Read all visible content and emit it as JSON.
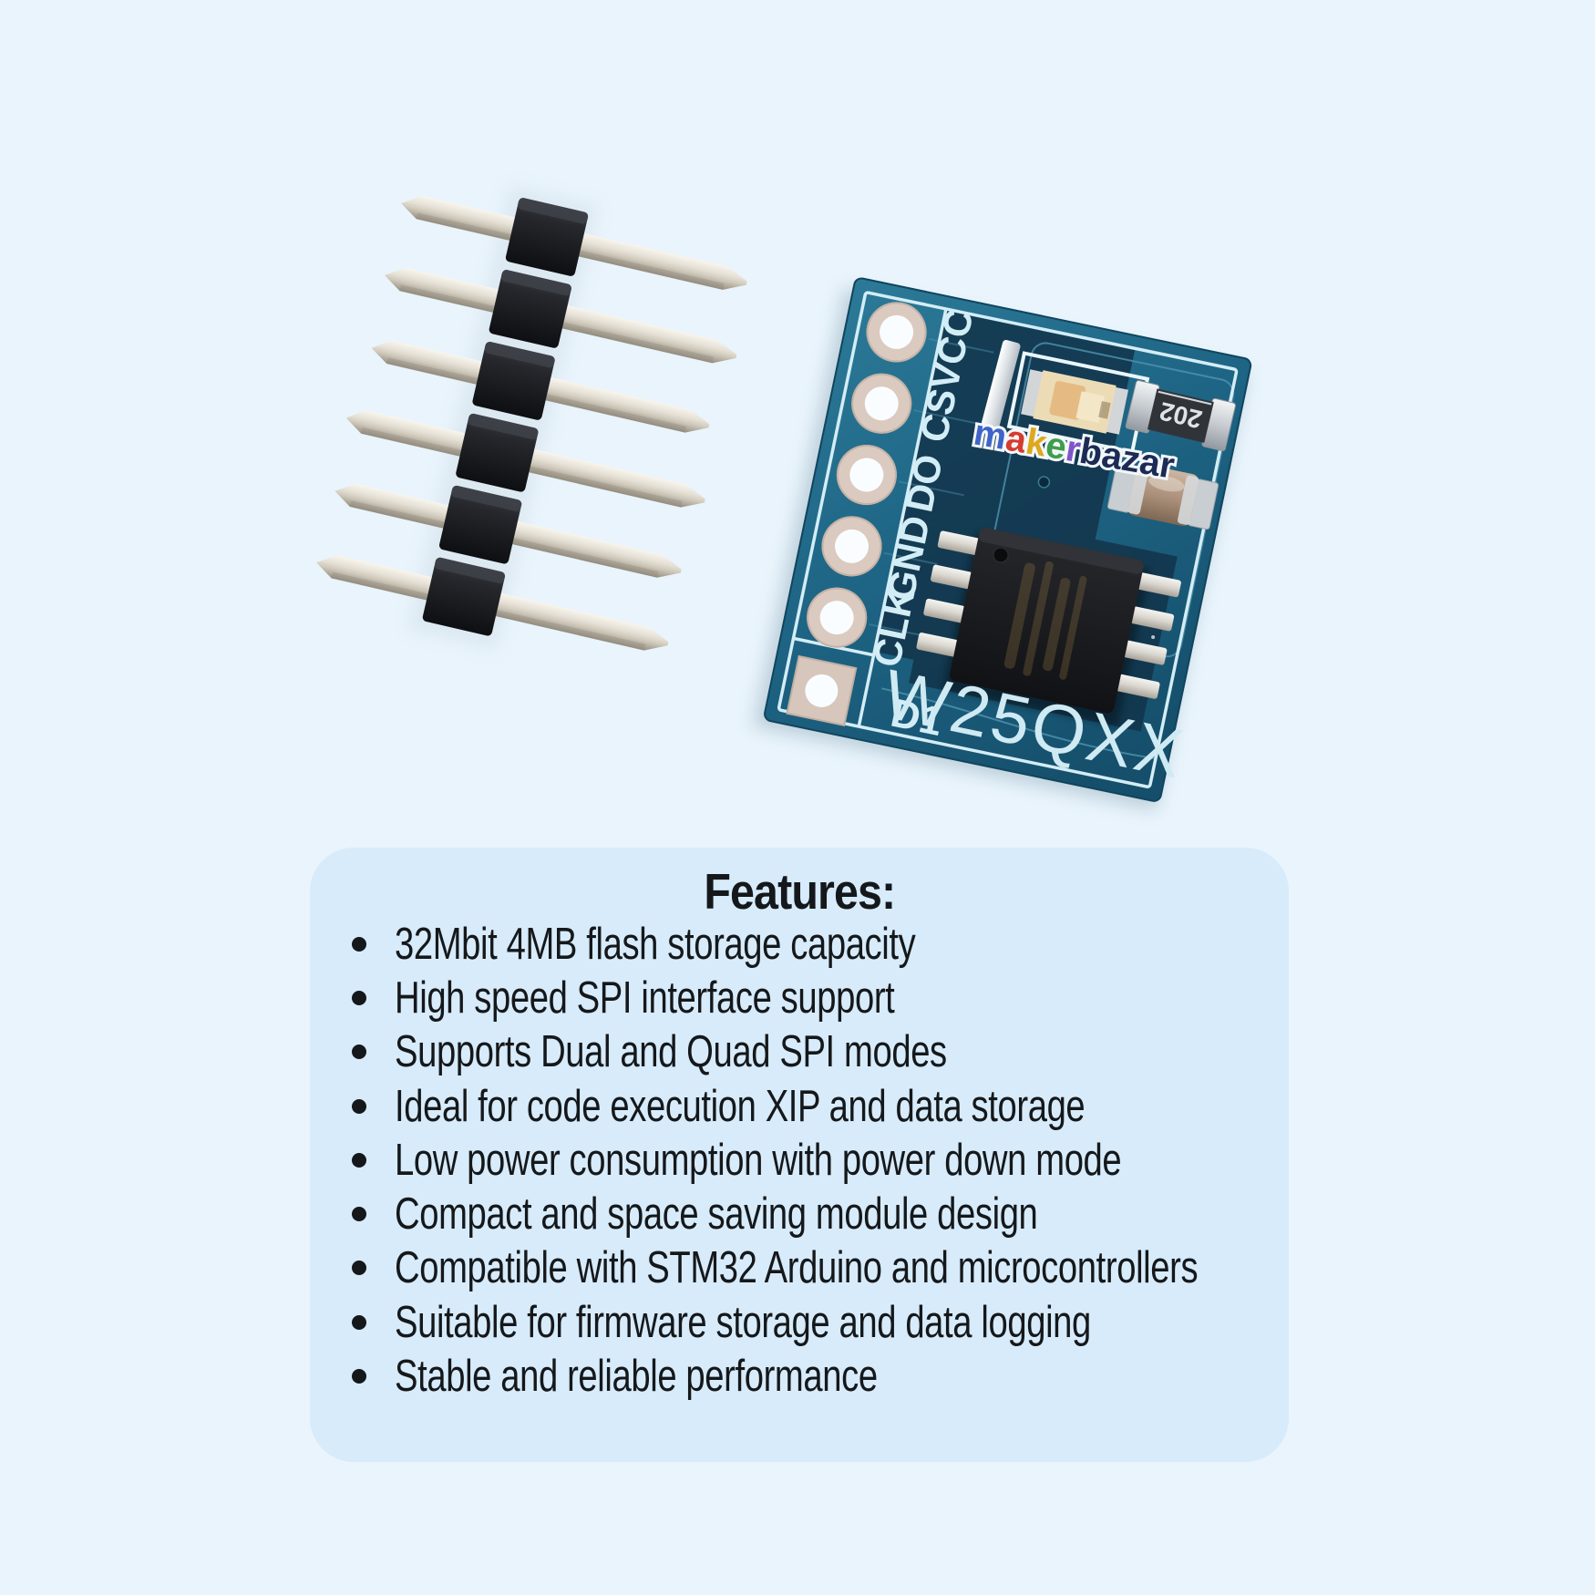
{
  "colors": {
    "page_bg": "#e9f4fc",
    "panel_bg": "#d7ebfa",
    "text": "#15181b",
    "pcb_teal": "#1e6484",
    "pcb_dark": "#12344a",
    "silkscreen": "#d3edf6"
  },
  "pcb": {
    "pin_labels": [
      "VCC",
      "CS",
      "DO",
      "GND",
      "CLK",
      "D1"
    ],
    "part_number": "W25QXX",
    "resistor_marking": "202",
    "watermark": {
      "letters": [
        {
          "ch": "m",
          "color": "#3f63c8"
        },
        {
          "ch": "a",
          "color": "#d63b2e"
        },
        {
          "ch": "k",
          "color": "#dfa81c"
        },
        {
          "ch": "e",
          "color": "#3e9e4b"
        },
        {
          "ch": "r",
          "color": "#8054c9"
        }
      ],
      "suffix": "bazar",
      "suffix_color": "#1c2b55"
    }
  },
  "features": {
    "title": "Features:",
    "items": [
      "32Mbit 4MB flash storage capacity",
      "High speed SPI interface support",
      "Supports Dual and Quad SPI modes",
      "Ideal for code execution XIP and data storage",
      "Low power consumption with power down mode",
      "Compact and space saving module design",
      "Compatible with STM32 Arduino and microcontrollers",
      "Suitable for firmware storage and data logging",
      "Stable and reliable performance"
    ]
  }
}
